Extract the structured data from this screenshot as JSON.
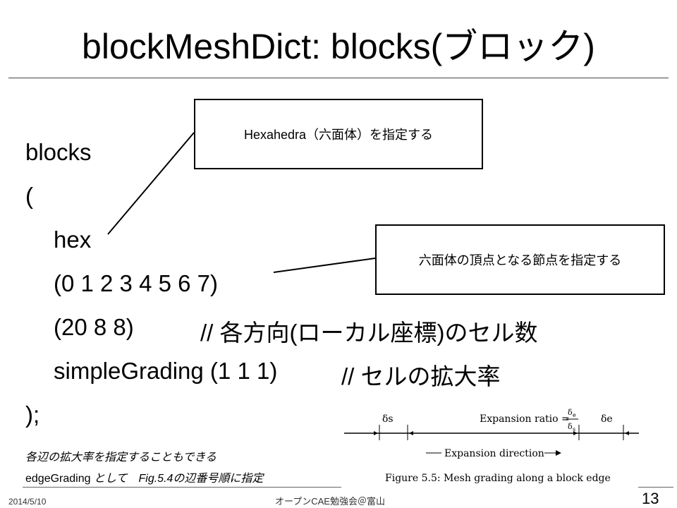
{
  "title": "blockMeshDict: blocks(ブロック)",
  "code": {
    "line1": "blocks",
    "line2": "(",
    "line3": "hex",
    "line4": "(0 1 2 3 4 5 6 7)",
    "line5_value": "(20 8 8)",
    "line5_comment": "// 各方向(ローカル座標)のセル数",
    "line6_value": "simpleGrading (1 1 1)",
    "line6_comment": "// セルの拡大率",
    "line7": ");"
  },
  "callouts": {
    "hexahedra": "Hexahedra（六面体）を指定する",
    "vertices": "六面体の頂点となる節点を指定する"
  },
  "notes": {
    "line1": "各辺の拡大率を指定することもできる",
    "line2_prefix": "edgeGrading",
    "line2_suffix": "として　Fig.5.4の辺番号順に指定"
  },
  "figure": {
    "delta_s": "δs",
    "delta_e": "δe",
    "ratio_label": "Expansion ratio =",
    "direction_label": "Expansion direction",
    "caption": "Figure 5.5: Mesh grading along a block edge"
  },
  "footer": {
    "date": "2014/5/10",
    "center": "オープンCAE勉強会＠富山",
    "page": "13"
  }
}
